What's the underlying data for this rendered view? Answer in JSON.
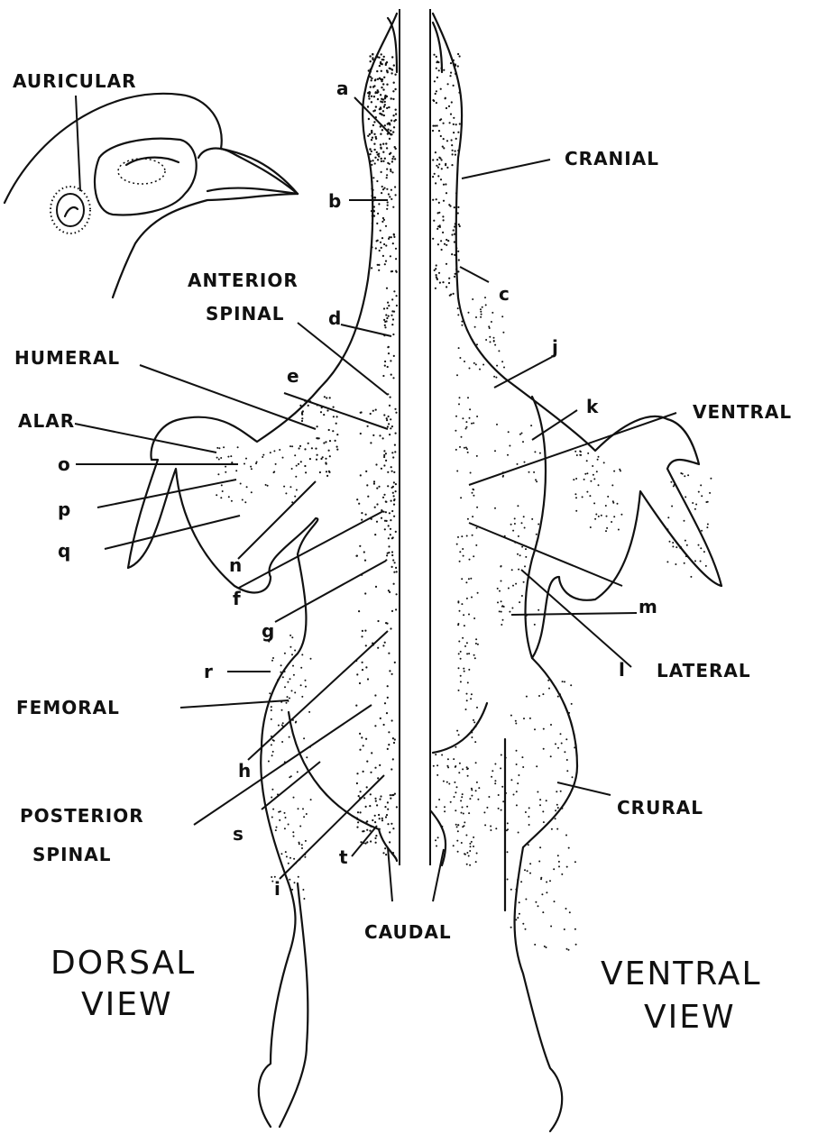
{
  "figure": {
    "region_labels": {
      "auricular": "AURICULAR",
      "cranial": "CRANIAL",
      "anterior_spinal_1": "ANTERIOR",
      "anterior_spinal_2": "SPINAL",
      "humeral": "HUMERAL",
      "alar": "ALAR",
      "ventral": "VENTRAL",
      "lateral": "LATERAL",
      "femoral": "FEMORAL",
      "posterior_spinal_1": "POSTERIOR",
      "posterior_spinal_2": "SPINAL",
      "crural": "CRURAL",
      "caudal": "CAUDAL"
    },
    "letters": {
      "a": "a",
      "b": "b",
      "c": "c",
      "d": "d",
      "e": "e",
      "f": "f",
      "g": "g",
      "h": "h",
      "i": "i",
      "j": "j",
      "k": "k",
      "l": "l",
      "m": "m",
      "n": "n",
      "o": "o",
      "p": "p",
      "q": "q",
      "r": "r",
      "s": "s",
      "t": "t"
    },
    "views": {
      "dorsal_1": "DORSAL",
      "dorsal_2": "VIEW",
      "ventral_1": "VENTRAL",
      "ventral_2": "VIEW"
    }
  }
}
